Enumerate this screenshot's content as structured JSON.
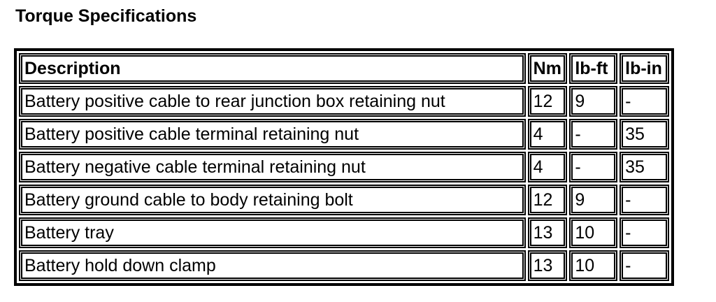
{
  "page": {
    "title": "Torque Specifications"
  },
  "table": {
    "headers": [
      "Description",
      "Nm",
      "lb-ft",
      "lb-in"
    ],
    "rows": [
      [
        "Battery positive cable to rear junction box retaining nut",
        "12",
        "9",
        "-"
      ],
      [
        "Battery positive cable terminal retaining nut",
        "4",
        "-",
        "35"
      ],
      [
        "Battery negative cable terminal retaining nut",
        "4",
        "-",
        "35"
      ],
      [
        "Battery ground cable to body retaining bolt",
        "12",
        "9",
        "-"
      ],
      [
        "Battery tray",
        "13",
        "10",
        "-"
      ],
      [
        "Battery hold down clamp",
        "13",
        "10",
        "-"
      ]
    ]
  }
}
